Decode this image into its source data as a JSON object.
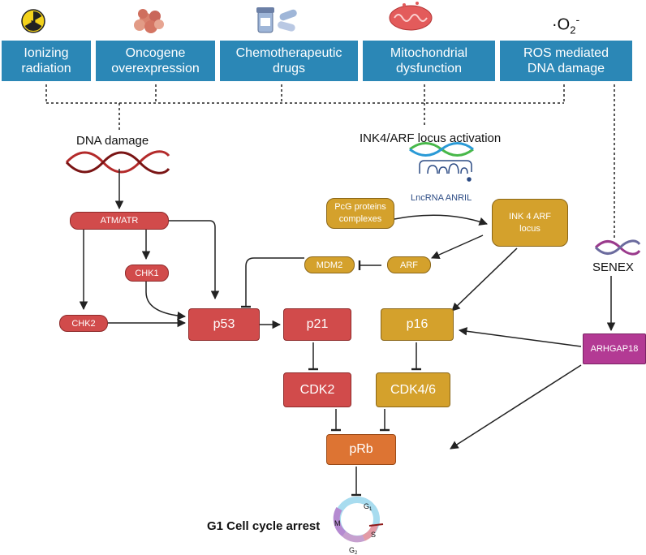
{
  "headers": [
    {
      "text": "Ionizing\nradiation",
      "icon": "radiation-icon"
    },
    {
      "text": "Oncogene\noverexpression",
      "icon": "cell-cluster-icon"
    },
    {
      "text": "Chemotherapeutic\ndrugs",
      "icon": "pill-bottle-icon"
    },
    {
      "text": "Mitochondrial\ndysfunction",
      "icon": "mitochondria-icon"
    },
    {
      "text": "ROS mediated\nDNA damage",
      "icon": "superoxide-icon"
    }
  ],
  "superoxide": {
    "dot": "·",
    "o": "O",
    "sub": "2",
    "sup": "-"
  },
  "labels": {
    "dna_damage": "DNA damage",
    "ink4_activation": "INK4/ARF locus activation",
    "lncrna": "LncRNA ANRIL",
    "senex": "SENEX",
    "g1_arrest": "G1 Cell cycle arrest"
  },
  "nodes": {
    "atm_atr": "ATM/ATR",
    "chk1": "CHK1",
    "chk2": "CHK2",
    "p53": "p53",
    "p21": "p21",
    "cdk2": "CDK2",
    "mdm2": "MDM2",
    "arf": "ARF",
    "pcg": "PcG proteins\ncomplexes",
    "ink4_locus": "INK 4 ARF\nlocus",
    "p16": "p16",
    "cdk46": "CDK4/6",
    "arhgap18": "ARHGAP18",
    "prb": "pRb"
  },
  "cell_cycle": {
    "g1": "G",
    "g1_sub": "1",
    "s": "S",
    "g2": "G",
    "g2_sub": "2",
    "m": "M"
  },
  "colors": {
    "header": "#2b87b6",
    "red": "#d14b4b",
    "gold": "#d4a12c",
    "orange": "#dd7433",
    "magenta": "#b33a94"
  }
}
